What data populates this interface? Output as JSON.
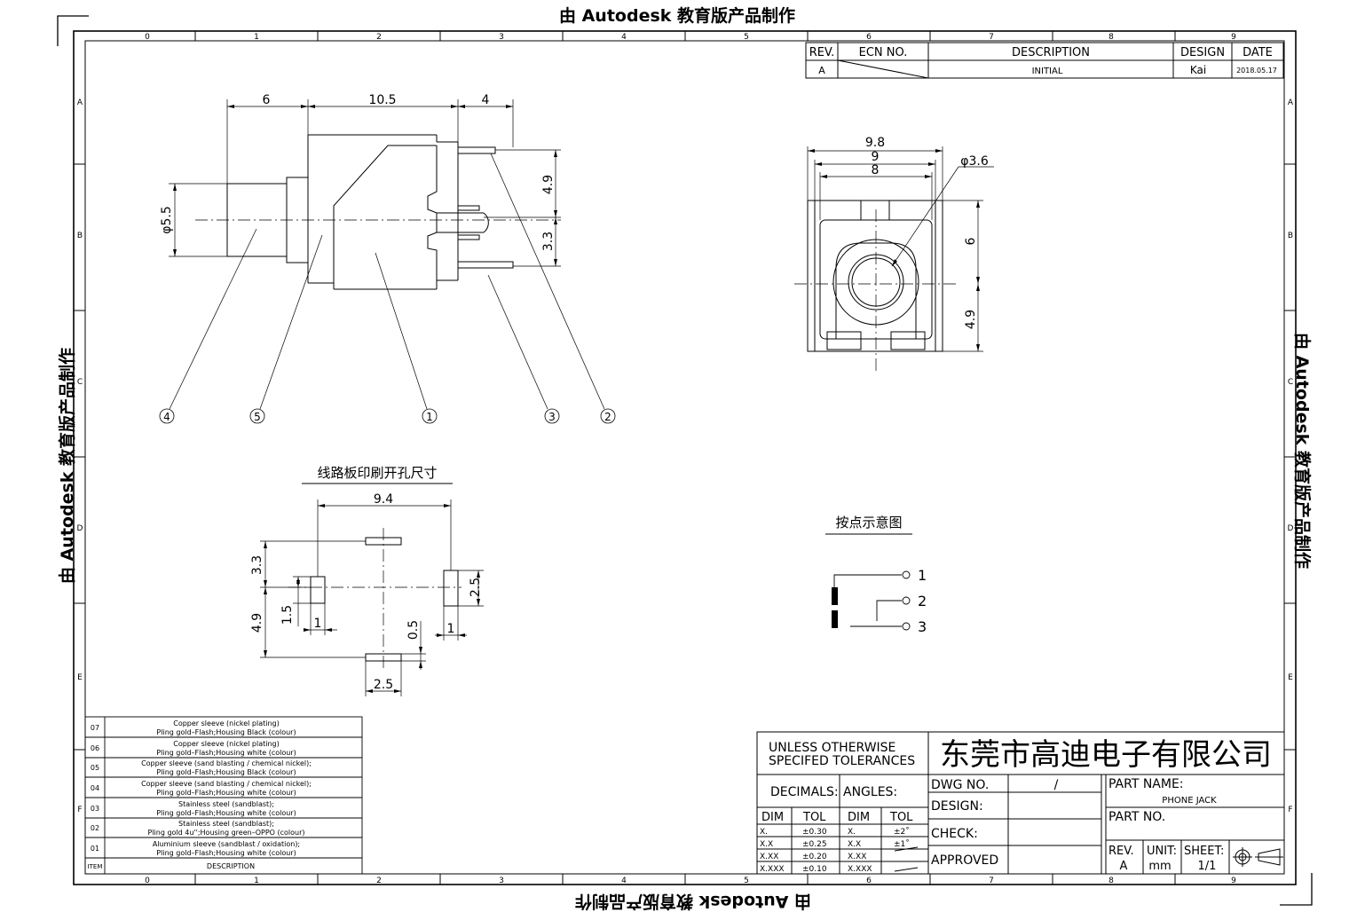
{
  "watermark": "由 Autodesk 教育版产品制作",
  "zones": {
    "columns": [
      "0",
      "1",
      "2",
      "3",
      "4",
      "5",
      "6",
      "7",
      "8",
      "9"
    ],
    "rows": [
      "A",
      "B",
      "C",
      "D",
      "E",
      "F"
    ]
  },
  "revision_table": {
    "headers": [
      "REV.",
      "ECN NO.",
      "DESCRIPTION",
      "DESIGN",
      "DATE"
    ],
    "row": {
      "rev": "A",
      "ecn": "",
      "description": "INITIAL",
      "design": "Kai",
      "date": "2018.05.17"
    }
  },
  "side_view": {
    "dims": {
      "left": "6",
      "middle": "10.5",
      "right": "4",
      "diameter": "φ5.5",
      "upper": "4.9",
      "lower": "3.3"
    },
    "balloons": [
      "4",
      "5",
      "1",
      "3",
      "2"
    ]
  },
  "front_view": {
    "dims": {
      "w1": "9.8",
      "w2": "9",
      "w3": "8",
      "hole": "φ3.6",
      "h1": "6",
      "h2": "4.9"
    }
  },
  "pcb": {
    "title": "线路板印刷开孔尺寸",
    "dims": {
      "width": "9.4",
      "d33": "3.3",
      "d25": "2.5",
      "d15": "1.5",
      "d1a": "1",
      "d49": "4.9",
      "d05": "0.5",
      "d1b": "1",
      "d25b": "2.5"
    }
  },
  "contact": {
    "title": "按点示意图",
    "labels": [
      "1",
      "2",
      "3"
    ]
  },
  "bom": {
    "items": [
      {
        "no": "07",
        "line1": "Copper sleeve (nickel plating)",
        "line2": "Pling gold–Flash;Housing Black (colour)"
      },
      {
        "no": "06",
        "line1": "Copper sleeve (nickel plating)",
        "line2": "Pling gold–Flash;Housing white (colour)"
      },
      {
        "no": "05",
        "line1": "Copper sleeve (sand blasting / chemical nickel);",
        "line2": "Pling gold–Flash;Housing Black (colour)"
      },
      {
        "no": "04",
        "line1": "Copper sleeve (sand blasting / chemical nickel);",
        "line2": "Pling gold–Flash;Housing white (colour)"
      },
      {
        "no": "03",
        "line1": "Stainless steel (sandblast);",
        "line2": "Pling gold–Flash;Housing white (colour)"
      },
      {
        "no": "02",
        "line1": "Stainless steel (sandblast);",
        "line2": "Pling gold 4u'';Housing green–OPPO (colour)"
      },
      {
        "no": "01",
        "line1": "Aluminium sleeve (sandblast / oxidation);",
        "line2": "Pling gold–Flash;Housing white (colour)"
      }
    ],
    "header_item": "ITEM",
    "header_desc": "DESCRIPTION"
  },
  "title_block": {
    "tolerance_note_1": "UNLESS OTHERWISE",
    "tolerance_note_2": "SPECIFED TOLERANCES",
    "decimals": "DECIMALS:",
    "angles": "ANGLES:",
    "dim": "DIM",
    "tol": "TOL",
    "decimal_rows": [
      [
        "X.",
        "±0.30"
      ],
      [
        "X.X",
        "±0.25"
      ],
      [
        "X.XX",
        "±0.20"
      ],
      [
        "X.XXX",
        "±0.10"
      ]
    ],
    "angle_rows": [
      [
        "X.",
        "±2˚"
      ],
      [
        "X.X",
        "±1˚"
      ],
      [
        "X.XX",
        ""
      ],
      [
        "X.XXX",
        ""
      ]
    ],
    "company": "东莞市高迪电子有限公司",
    "dwg_no_label": "DWG NO.",
    "dwg_no_value": "/",
    "design_label": "DESIGN:",
    "check_label": "CHECK:",
    "approved_label": "APPROVED",
    "part_name_label": "PART NAME:",
    "part_name": "PHONE JACK",
    "part_no_label": "PART NO.",
    "rev_label": "REV.",
    "rev_value": "A",
    "unit_label": "UNIT:",
    "unit_value": "mm",
    "sheet_label": "SHEET:",
    "sheet_value": "1/1"
  }
}
